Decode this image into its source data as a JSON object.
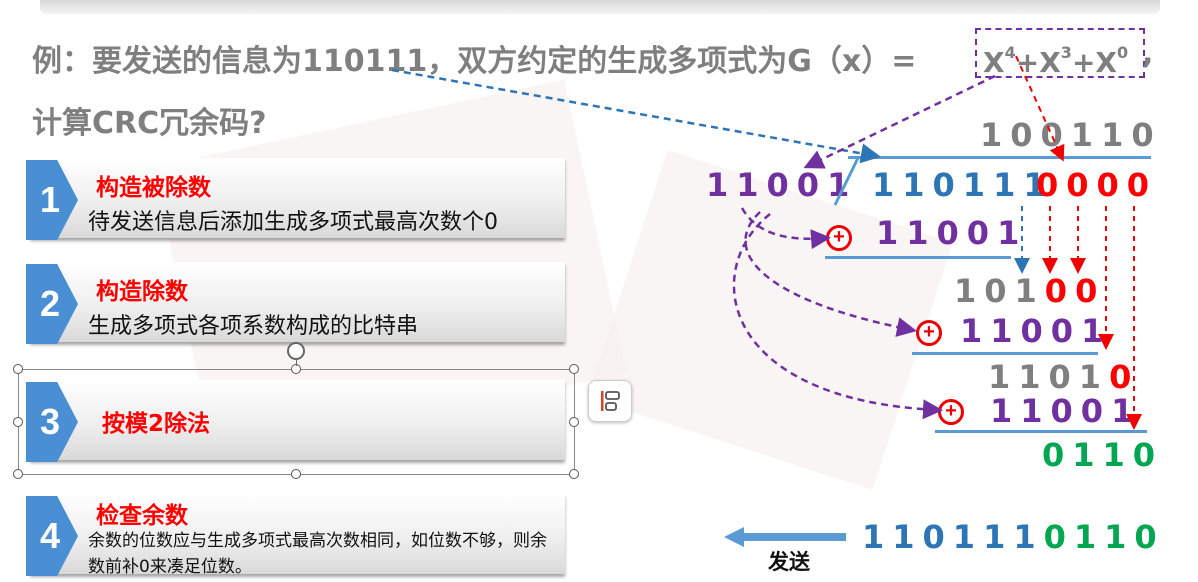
{
  "title": {
    "line1": "例：要发送的信息为110111，双方约定的生成多项式为G（x）=",
    "line2": "计算CRC冗余码?",
    "poly_x": "X",
    "poly_e4": "4",
    "poly_plus": "+",
    "poly_e3": "3",
    "poly_e0": "0",
    "comma": ","
  },
  "steps": [
    {
      "num": "1",
      "head": "构造被除数",
      "desc": "待发送信息后添加生成多项式最高次数个0"
    },
    {
      "num": "2",
      "head": "构造除数",
      "desc": "生成多项式各项系数构成的比特串"
    },
    {
      "num": "3",
      "head": "按模2除法",
      "desc": ""
    },
    {
      "num": "4",
      "head": "检查余数",
      "desc": "余数的位数应与生成多项式最高次数相同，如位数不够，则余数前补0来凑足位数。"
    }
  ],
  "division": {
    "quotient": "100110",
    "divisor": "11001",
    "dividend_msg": "110111",
    "dividend_zeros": "0000",
    "sub1": "11001",
    "rem1_gray": "101",
    "rem1_red": "00",
    "sub2": "11001",
    "rem2_gray": "1101",
    "rem2_red": "0",
    "sub3": "11001",
    "remainder": "0110",
    "plus_sign": "+"
  },
  "send": {
    "label": "发送",
    "code_msg": "110111",
    "code_crc": "0110"
  },
  "colors": {
    "accent_blue": "#2e75b6",
    "purple": "#7030a0",
    "red": "#ff0000",
    "green": "#00a651",
    "step_chevron": "#4a8ed4"
  }
}
